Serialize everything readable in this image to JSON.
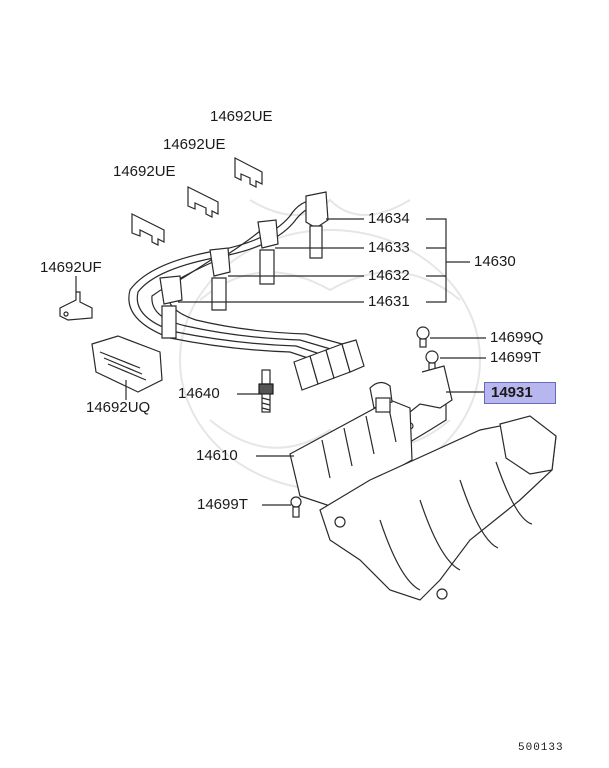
{
  "labels": {
    "p14692ue_a": "14692UE",
    "p14692ue_b": "14692UE",
    "p14692ue_c": "14692UE",
    "p14692uf": "14692UF",
    "p14692uq": "14692UQ",
    "p14634": "14634",
    "p14633": "14633",
    "p14632": "14632",
    "p14631": "14631",
    "p14630": "14630",
    "p14699q": "14699Q",
    "p14699t_a": "14699T",
    "p14931": "14931",
    "p14640": "14640",
    "p14610": "14610",
    "p14699t_b": "14699T"
  },
  "diagram_code": "500133",
  "colors": {
    "highlight_fill": "#b7b6ee",
    "highlight_border": "#6a68b8",
    "line": "#2a2a2a"
  }
}
